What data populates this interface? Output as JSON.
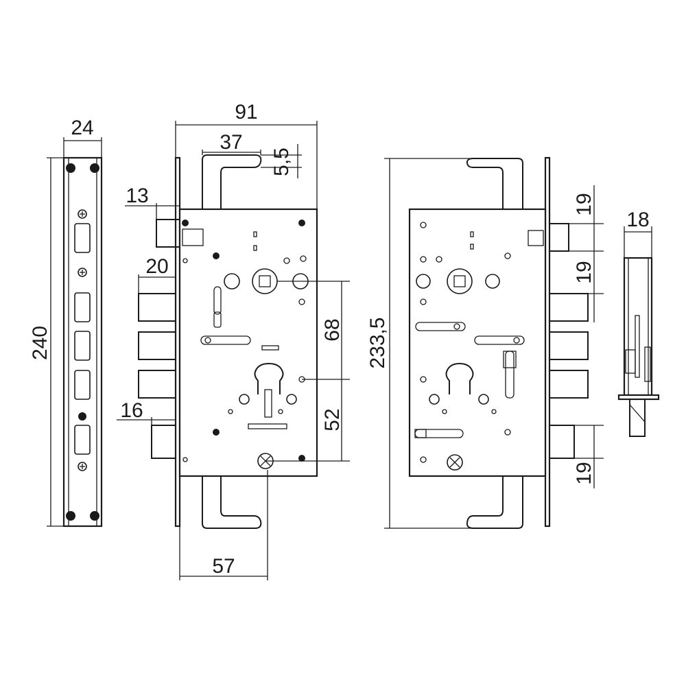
{
  "diagram": {
    "dimensions": {
      "plate_width": "24",
      "plate_height": "240",
      "body_width": "91",
      "hook_width": "37",
      "hook_gap": "5,5",
      "backset_cylinder": "57",
      "bolt_offset": "13",
      "bolt_projection": "20",
      "bolt_depth": "16",
      "spindle_to_cylinder": "68",
      "cylinder_to_bolt": "52",
      "case_height": "233,5",
      "side_bolt_top": "19",
      "side_bolt_mid": "19",
      "side_bolt_bottom": "19",
      "side_thickness": "18"
    }
  }
}
